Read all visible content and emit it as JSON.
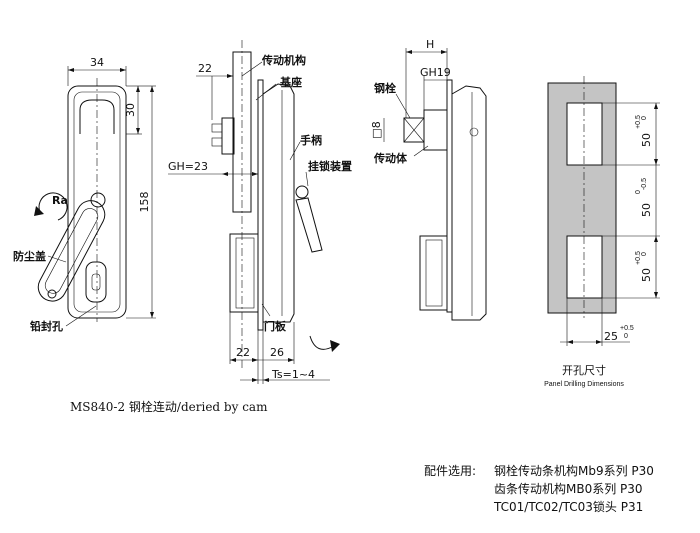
{
  "view1": {
    "dim_width": "34",
    "dim_top": "30",
    "dim_height": "158",
    "rotation_label": "Ra",
    "dust_cover": "防尘盖",
    "seal_hole": "铅封孔"
  },
  "view2": {
    "transmission": "传动机构",
    "base": "基座",
    "handle": "手柄",
    "padlock": "挂锁装置",
    "door_panel": "门板",
    "dim_22_top": "22",
    "gh": "GH=23",
    "dim_22_bottom": "22",
    "dim_26": "26",
    "ts": "Ts=1~4"
  },
  "view3": {
    "dim_h": "H",
    "gh19": "GH19",
    "steel_bolt": "钢栓",
    "square": "□8",
    "drive_body": "传动体"
  },
  "view4": {
    "dim_50_top": "50",
    "tol_50_top": [
      "+0.5",
      "0"
    ],
    "dim_50_mid": "50",
    "tol_50_mid": [
      "0",
      "-0.5"
    ],
    "dim_50_bottom": "50",
    "tol_50_bottom": [
      "+0.5",
      "0"
    ],
    "dim_25": "25",
    "tol_25": [
      "+0.5",
      "0"
    ],
    "title_cn": "开孔尺寸",
    "title_en": "Panel Drilling Dimensions"
  },
  "caption": "MS840-2 钢栓连动/deried by cam",
  "accessories": {
    "prefix": "配件选用:",
    "line1": "钢栓传动条机构Mb9系列  P30",
    "line2": "齿条传动机构MB0系列 P30",
    "line3": "TC01/TC02/TC03锁头  P31"
  }
}
